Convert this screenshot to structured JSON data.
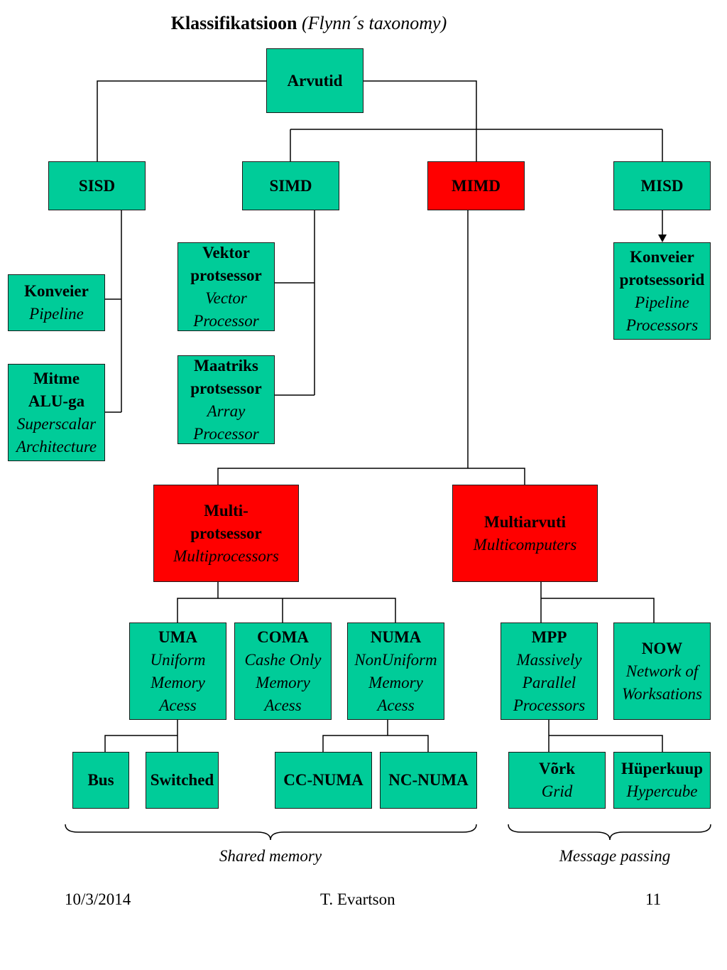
{
  "title": {
    "main": "Klassifikatsioon",
    "sub": "(Flynn´s taxonomy)"
  },
  "nodes": {
    "arvutid": {
      "label": "Arvutid"
    },
    "sisd": {
      "label": "SISD"
    },
    "simd": {
      "label": "SIMD"
    },
    "mimd": {
      "label": "MIMD"
    },
    "misd": {
      "label": "MISD"
    },
    "konveier": {
      "line1": "Konveier",
      "line2": "Pipeline"
    },
    "mitme_alu": {
      "line1": "Mitme",
      "line2": "ALU-ga",
      "line3": "Superscalar",
      "line4": "Architecture"
    },
    "vektor": {
      "line1": "Vektor",
      "line2": "protsessor",
      "line3": "Vector",
      "line4": "Processor"
    },
    "maatriks": {
      "line1": "Maatriks",
      "line2": "protsessor",
      "line3": "Array",
      "line4": "Processor"
    },
    "konveier_prots": {
      "line1": "Konveier",
      "line2": "protsessorid",
      "line3": "Pipeline",
      "line4": "Processors"
    },
    "multiprotsessor": {
      "line1": "Multi-",
      "line2": "protsessor",
      "line3": "Multiprocessors"
    },
    "multiarvuti": {
      "line1": "Multiarvuti",
      "line2": "Multicomputers"
    },
    "uma": {
      "line1": "UMA",
      "line2": "Uniform",
      "line3": "Memory",
      "line4": "Acess"
    },
    "coma": {
      "line1": "COMA",
      "line2": "Cashe Only",
      "line3": "Memory",
      "line4": "Acess"
    },
    "numa": {
      "line1": "NUMA",
      "line2": "NonUniform",
      "line3": "Memory",
      "line4": "Acess"
    },
    "mpp": {
      "line1": "MPP",
      "line2": "Massively",
      "line3": "Parallel",
      "line4": "Processors"
    },
    "now": {
      "line1": "NOW",
      "line2": "Network of",
      "line3": "Worksations"
    },
    "bus": {
      "label": "Bus"
    },
    "switched": {
      "label": "Switched"
    },
    "ccnuma": {
      "label": "CC-NUMA"
    },
    "ncnuma": {
      "label": "NC-NUMA"
    },
    "vork": {
      "line1": "Võrk",
      "line2": "Grid"
    },
    "huperkuup": {
      "line1": "Hüperkuup",
      "line2": "Hypercube"
    }
  },
  "groups": {
    "shared_memory": "Shared memory",
    "message_passing": "Message passing"
  },
  "footer": {
    "date": "10/3/2014",
    "author": "T. Evartson",
    "page": "11"
  },
  "colors": {
    "box_green": "#00cc99",
    "box_red": "#ff0000",
    "line": "#000000"
  }
}
